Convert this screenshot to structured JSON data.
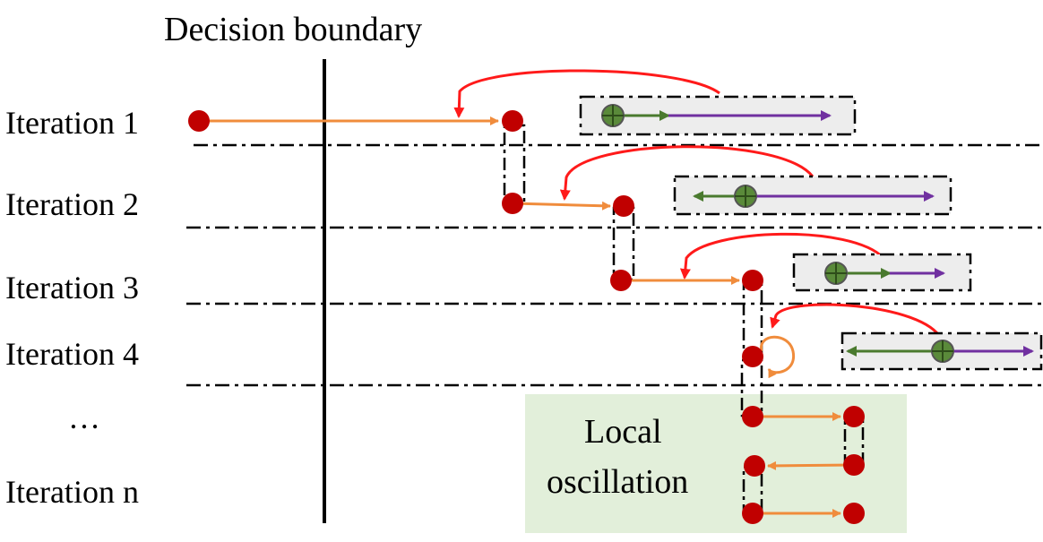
{
  "title": "Decision boundary",
  "iterations": [
    {
      "label": "Iteration 1"
    },
    {
      "label": "Iteration 2"
    },
    {
      "label": "Iteration 3"
    },
    {
      "label": "Iteration 4"
    },
    {
      "label": "…"
    },
    {
      "label": "Iteration n"
    }
  ],
  "oscillation": {
    "line1": "Local",
    "line2": "oscillation"
  },
  "colors": {
    "point": "#c00000",
    "step_arrow": "#f08c3c",
    "return_arrow": "#ff1a1a",
    "green_arrow": "#4a7a2e",
    "purple_arrow": "#7030a0",
    "plus_marker": "#5a8a3a",
    "panel_fill": "#ededed",
    "oscillation_fill": "#e2efda",
    "separator": "#000000"
  },
  "icons": {
    "plus_marker": "circled-plus-icon"
  }
}
